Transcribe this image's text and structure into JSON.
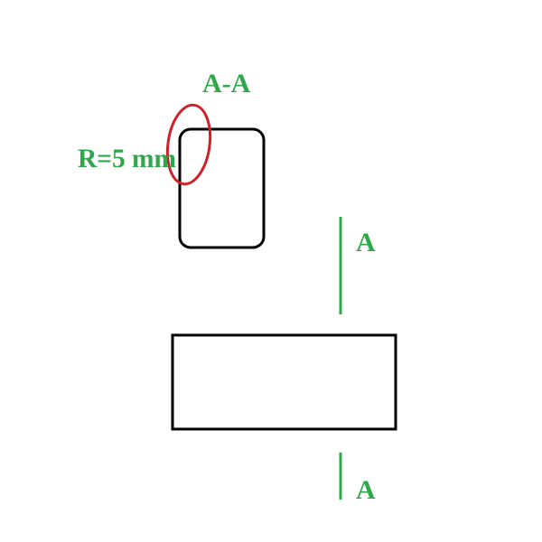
{
  "drawing": {
    "section_title": "A-A",
    "radius_annotation": "R=5 mm",
    "cut_marker_top": "A",
    "cut_marker_bottom": "A"
  },
  "colors": {
    "annotation_text": "#2ea84a",
    "cut_line": "#2ea84a",
    "outline": "#000000",
    "highlight_circle": "#d0202a",
    "background": "#ffffff"
  }
}
